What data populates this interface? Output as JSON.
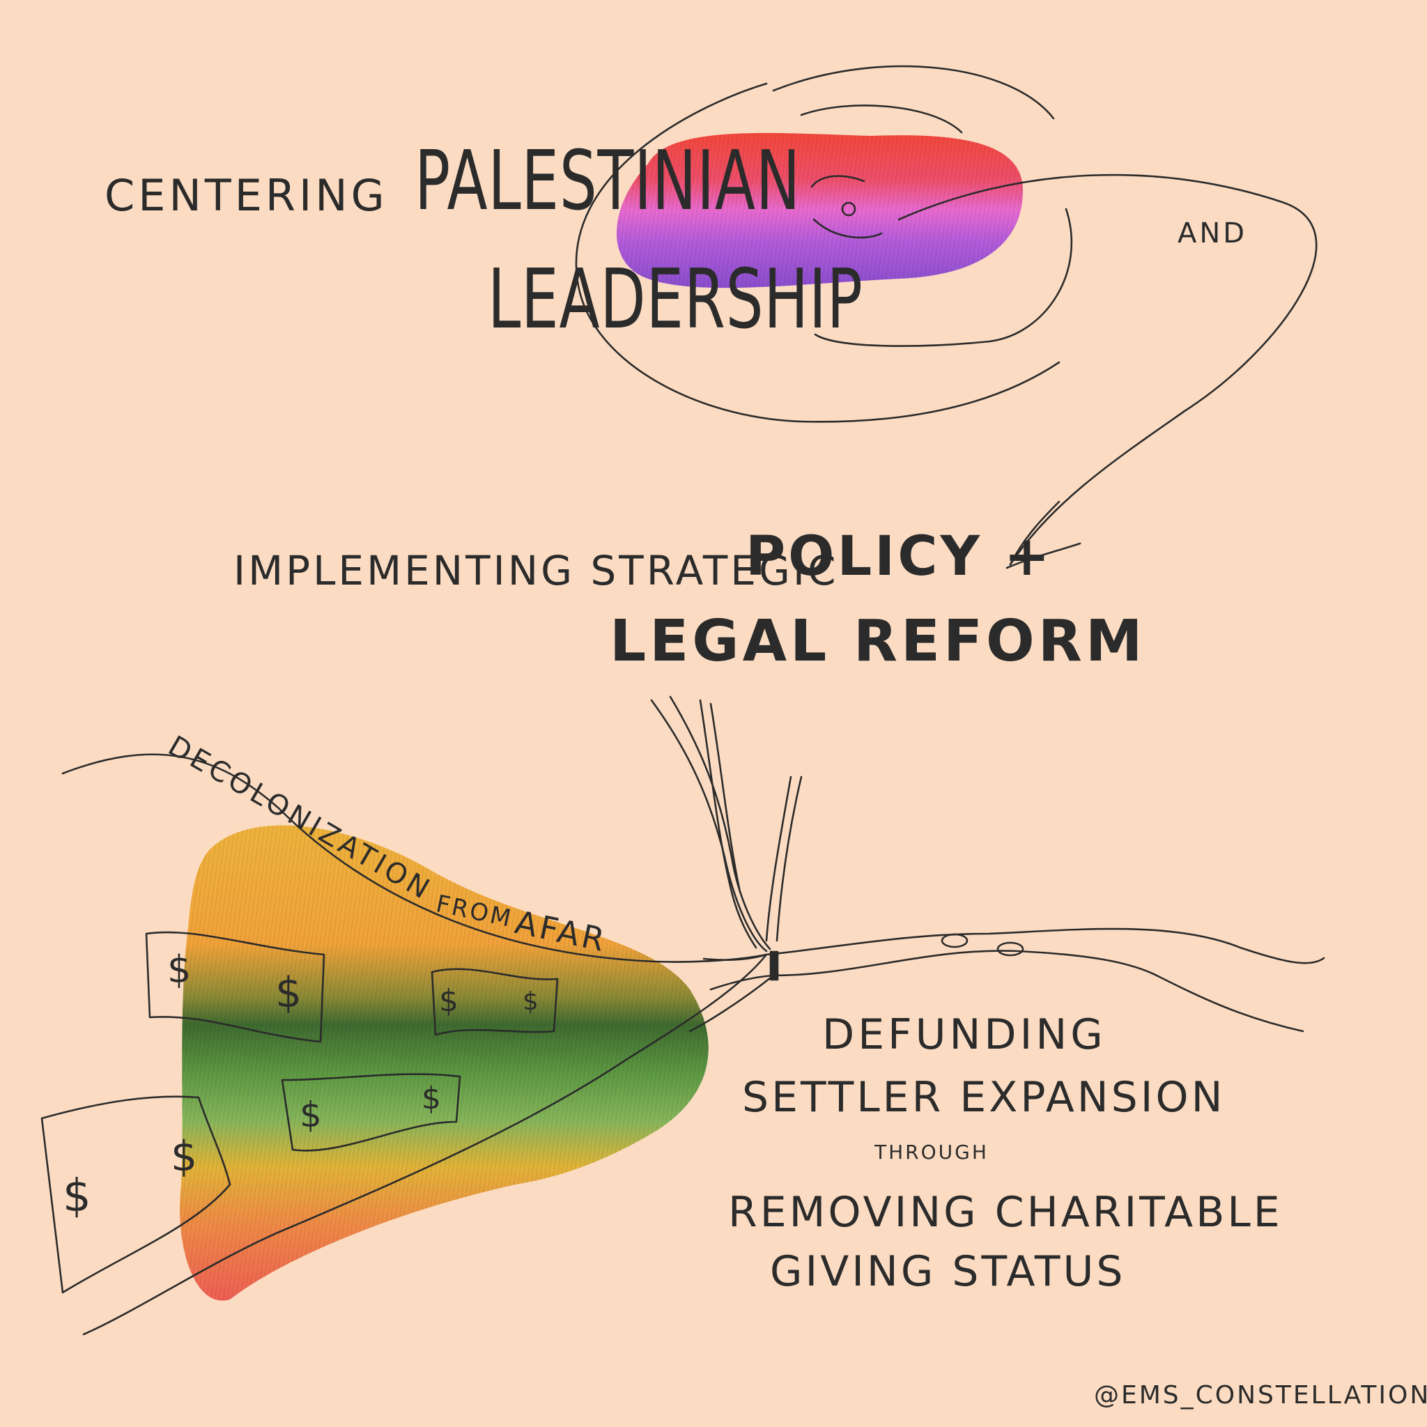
{
  "texts": {
    "centering": "CENTERING",
    "palestinian": "PALESTINIAN",
    "leadership": "LEADERSHIP",
    "and": "AND",
    "implementing": "IMPLEMENTING STRATEGIC",
    "policy": "POLICY +",
    "legal_reform": "LEGAL REFORM",
    "decolonization": "DECOLONIZATION",
    "from": "FROM",
    "afar": "AFAR",
    "defunding": "DEFUNDING",
    "settler_expansion": "SETTLER EXPANSION",
    "through": "THROUGH",
    "removing": "REMOVING CHARITABLE",
    "giving_status": "GIVING STATUS",
    "handle": "@EMS_CONSTELLATIONS",
    "dollar": "$"
  },
  "colors": {
    "background": "#fbdcc3",
    "ink": "#2b2b2b",
    "top_blob": [
      "#f2473a",
      "#ea6ad2",
      "#b35cdb",
      "#8e4fcf"
    ],
    "bottom_blob": [
      "#eeb23a",
      "#f0a43a",
      "#3f6a30",
      "#5e9a44",
      "#83b25a",
      "#e5b038",
      "#ef6a52"
    ]
  }
}
